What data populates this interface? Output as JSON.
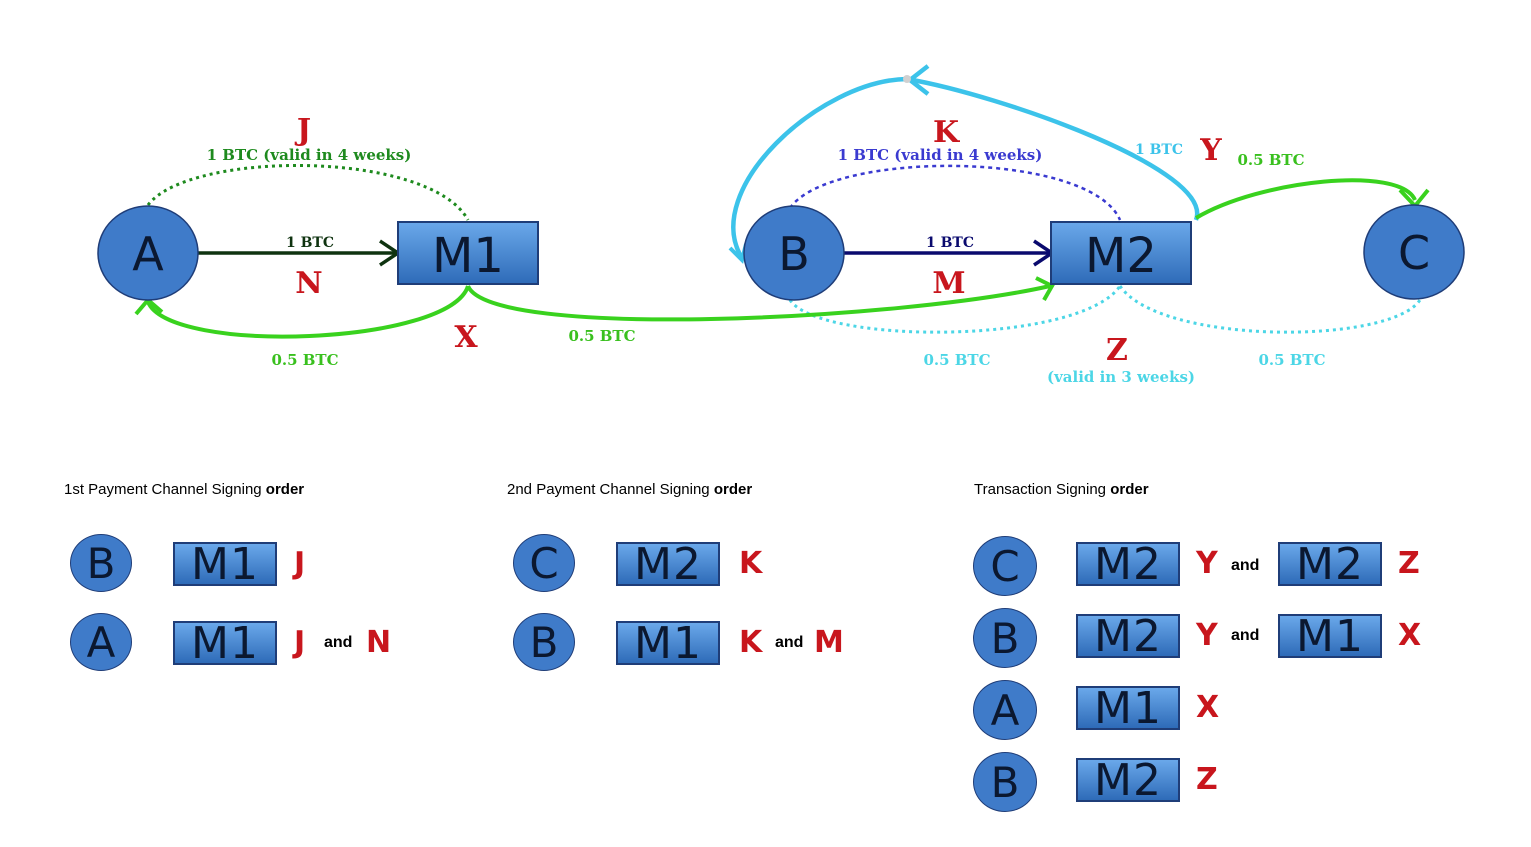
{
  "diagram": {
    "nodes": {
      "A": "A",
      "M1": "M1",
      "B": "B",
      "M2": "M2",
      "C": "C"
    },
    "labels": {
      "J": "J",
      "J_amount": "1 BTC (valid in 4 weeks)",
      "A_M1_amount": "1 BTC",
      "N": "N",
      "A_return_amount": "0.5 BTC",
      "X": "X",
      "M1_M2_amount": "0.5 BTC",
      "K": "K",
      "K_amount": "1 BTC (valid in 4 weeks)",
      "B_M2_amount": "1 BTC",
      "M": "M",
      "Y_amount": "1 BTC",
      "Y": "Y",
      "M2_C_amount": "0.5 BTC",
      "Z": "Z",
      "Z_left_amount": "0.5 BTC",
      "Z_right_amount": "0.5 BTC",
      "Z_valid": "(valid in 3 weeks)"
    },
    "colors": {
      "node_fill": "#3f7bc9",
      "signature_red": "#c8161d",
      "green_dark": "#1e8a1e",
      "green_bright": "#39d21e",
      "blue_dark": "#0a0a6e",
      "blue_dotted": "#3a3ad0",
      "cyan": "#3cc3ea",
      "cyan_dotted": "#4cd6e6",
      "arrow_dark": "#0f3310"
    }
  },
  "sections": {
    "first": {
      "title_prefix": "1st Payment Channel Signing ",
      "title_bold": "order",
      "rows": [
        {
          "node": "B",
          "box": "M1",
          "sig1": "J",
          "and": "",
          "sig2": ""
        },
        {
          "node": "A",
          "box": "M1",
          "sig1": "J",
          "and": "and",
          "sig2": "N"
        }
      ]
    },
    "second": {
      "title_prefix": "2nd Payment Channel Signing ",
      "title_bold": "order",
      "rows": [
        {
          "node": "C",
          "box": "M2",
          "sig1": "K",
          "and": "",
          "sig2": ""
        },
        {
          "node": "B",
          "box": "M1",
          "sig1": "K",
          "and": "and",
          "sig2": "M"
        }
      ]
    },
    "third": {
      "title_prefix": "Transaction Signing ",
      "title_bold": "order",
      "rows": [
        {
          "node": "C",
          "box": "M2",
          "sig1": "Y",
          "and": "and",
          "box2": "M2",
          "sig2": "Z"
        },
        {
          "node": "B",
          "box": "M2",
          "sig1": "Y",
          "and": "and",
          "box2": "M1",
          "sig2": "X"
        },
        {
          "node": "A",
          "box": "M1",
          "sig1": "X",
          "and": "",
          "box2": "",
          "sig2": ""
        },
        {
          "node": "B",
          "box": "M2",
          "sig1": "Z",
          "and": "",
          "box2": "",
          "sig2": ""
        }
      ]
    }
  }
}
